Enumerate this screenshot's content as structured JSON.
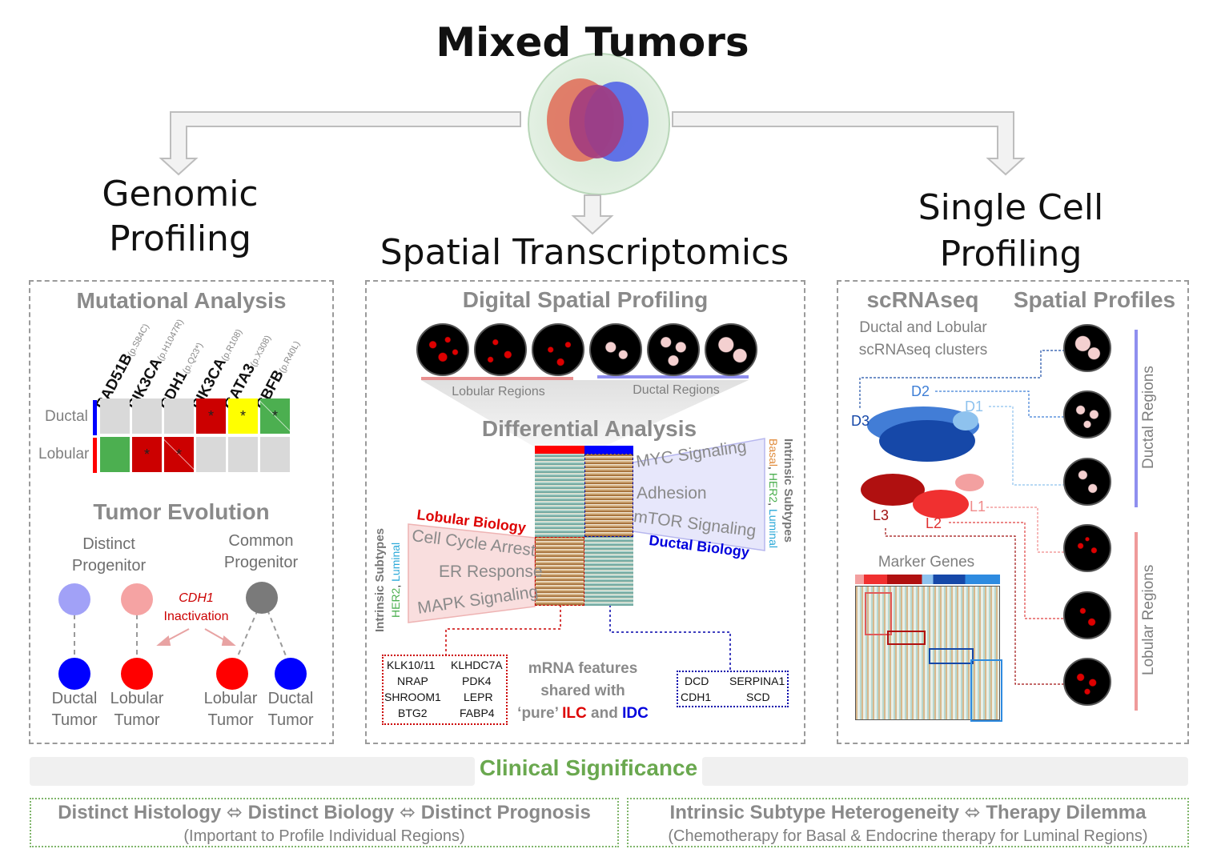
{
  "title": "Mixed Tumors",
  "sections": {
    "genomic": "Genomic\nProfiling",
    "spatial": "Spatial Transcriptomics",
    "singlecell": "Single Cell\nProfiling"
  },
  "genomic_panel": {
    "mutational_title": "Mutational Analysis",
    "genes": [
      {
        "name": "RAD51B",
        "variant": "(p.S84C)"
      },
      {
        "name": "PIK3CA",
        "variant": "(p.H1047R)"
      },
      {
        "name": "CDH1",
        "variant": "(p.Q23*)"
      },
      {
        "name": "PIK3CA",
        "variant": "(p.R108)"
      },
      {
        "name": "GATA3",
        "variant": "(p.X308)"
      },
      {
        "name": "CBFB",
        "variant": "(p.R40L)"
      }
    ],
    "row_ductal": "Ductal",
    "row_lobular": "Lobular",
    "cell_mark": "*",
    "evolution_title": "Tumor Evolution",
    "distinct_progenitor": "Distinct\nProgenitor",
    "common_progenitor": "Common\nProgenitor",
    "cdh1": "CDH1",
    "inactivation": "Inactivation",
    "ductal_tumor": "Ductal\nTumor",
    "lobular_tumor": "Lobular\nTumor"
  },
  "spatial_panel": {
    "dsp_title": "Digital Spatial Profiling",
    "lobular_regions": "Lobular Regions",
    "ductal_regions": "Ductal Regions",
    "diff_title": "Differential Analysis",
    "ductal_pathways": [
      "MYC Signaling",
      "Adhesion",
      "mTOR Signaling"
    ],
    "ductal_biology": "Ductal Biology",
    "lobular_biology": "Lobular Biology",
    "lobular_pathways": [
      "Cell Cycle Arrest",
      "ER Response",
      "MAPK Signaling"
    ],
    "intrinsic_subtypes": "Intrinsic Subtypes",
    "right_subtypes": [
      "Basal",
      "HER2",
      "Luminal"
    ],
    "left_subtypes": [
      "HER2",
      "Luminal"
    ],
    "ilc_genes": [
      "KLK10/11",
      "KLHDC7A",
      "NRAP",
      "PDK4",
      "SHROOM1",
      "LEPR",
      "BTG2",
      "FABP4"
    ],
    "idc_genes": [
      "DCD",
      "SERPINA1",
      "CDH1",
      "SCD"
    ],
    "mrna_line1": "mRNA features",
    "mrna_line2": "shared with",
    "mrna_pure": "‘pure’",
    "mrna_ilc": "ILC",
    "mrna_and": "and",
    "mrna_idc": "IDC"
  },
  "singlecell_panel": {
    "scrnaseq_title": "scRNAseq",
    "spatial_profiles_title": "Spatial Profiles",
    "clusters_desc": "Ductal and Lobular\nscRNAseq clusters",
    "clusters": [
      "D1",
      "D2",
      "D3",
      "L1",
      "L2",
      "L3"
    ],
    "marker_genes": "Marker Genes",
    "ductal_regions": "Ductal Regions",
    "lobular_regions": "Lobular Regions"
  },
  "clinical": {
    "title": "Clinical Significance",
    "left_main": "Distinct Histology ⬄ Distinct Biology ⬄ Distinct Prognosis",
    "left_sub": "(Important to Profile Individual Regions)",
    "right_main": "Intrinsic Subtype Heterogeneity ⬄ Therapy Dilemma",
    "right_sub": "(Chemotherapy for Basal & Endocrine therapy for Luminal Regions)"
  },
  "colors": {
    "ductal_blue": "#0000ff",
    "lobular_red": "#ff0000",
    "mut_red": "#cc0000",
    "mut_yellow": "#ffff00",
    "mut_green": "#4caf50",
    "clinical_green": "#6aa84f"
  }
}
